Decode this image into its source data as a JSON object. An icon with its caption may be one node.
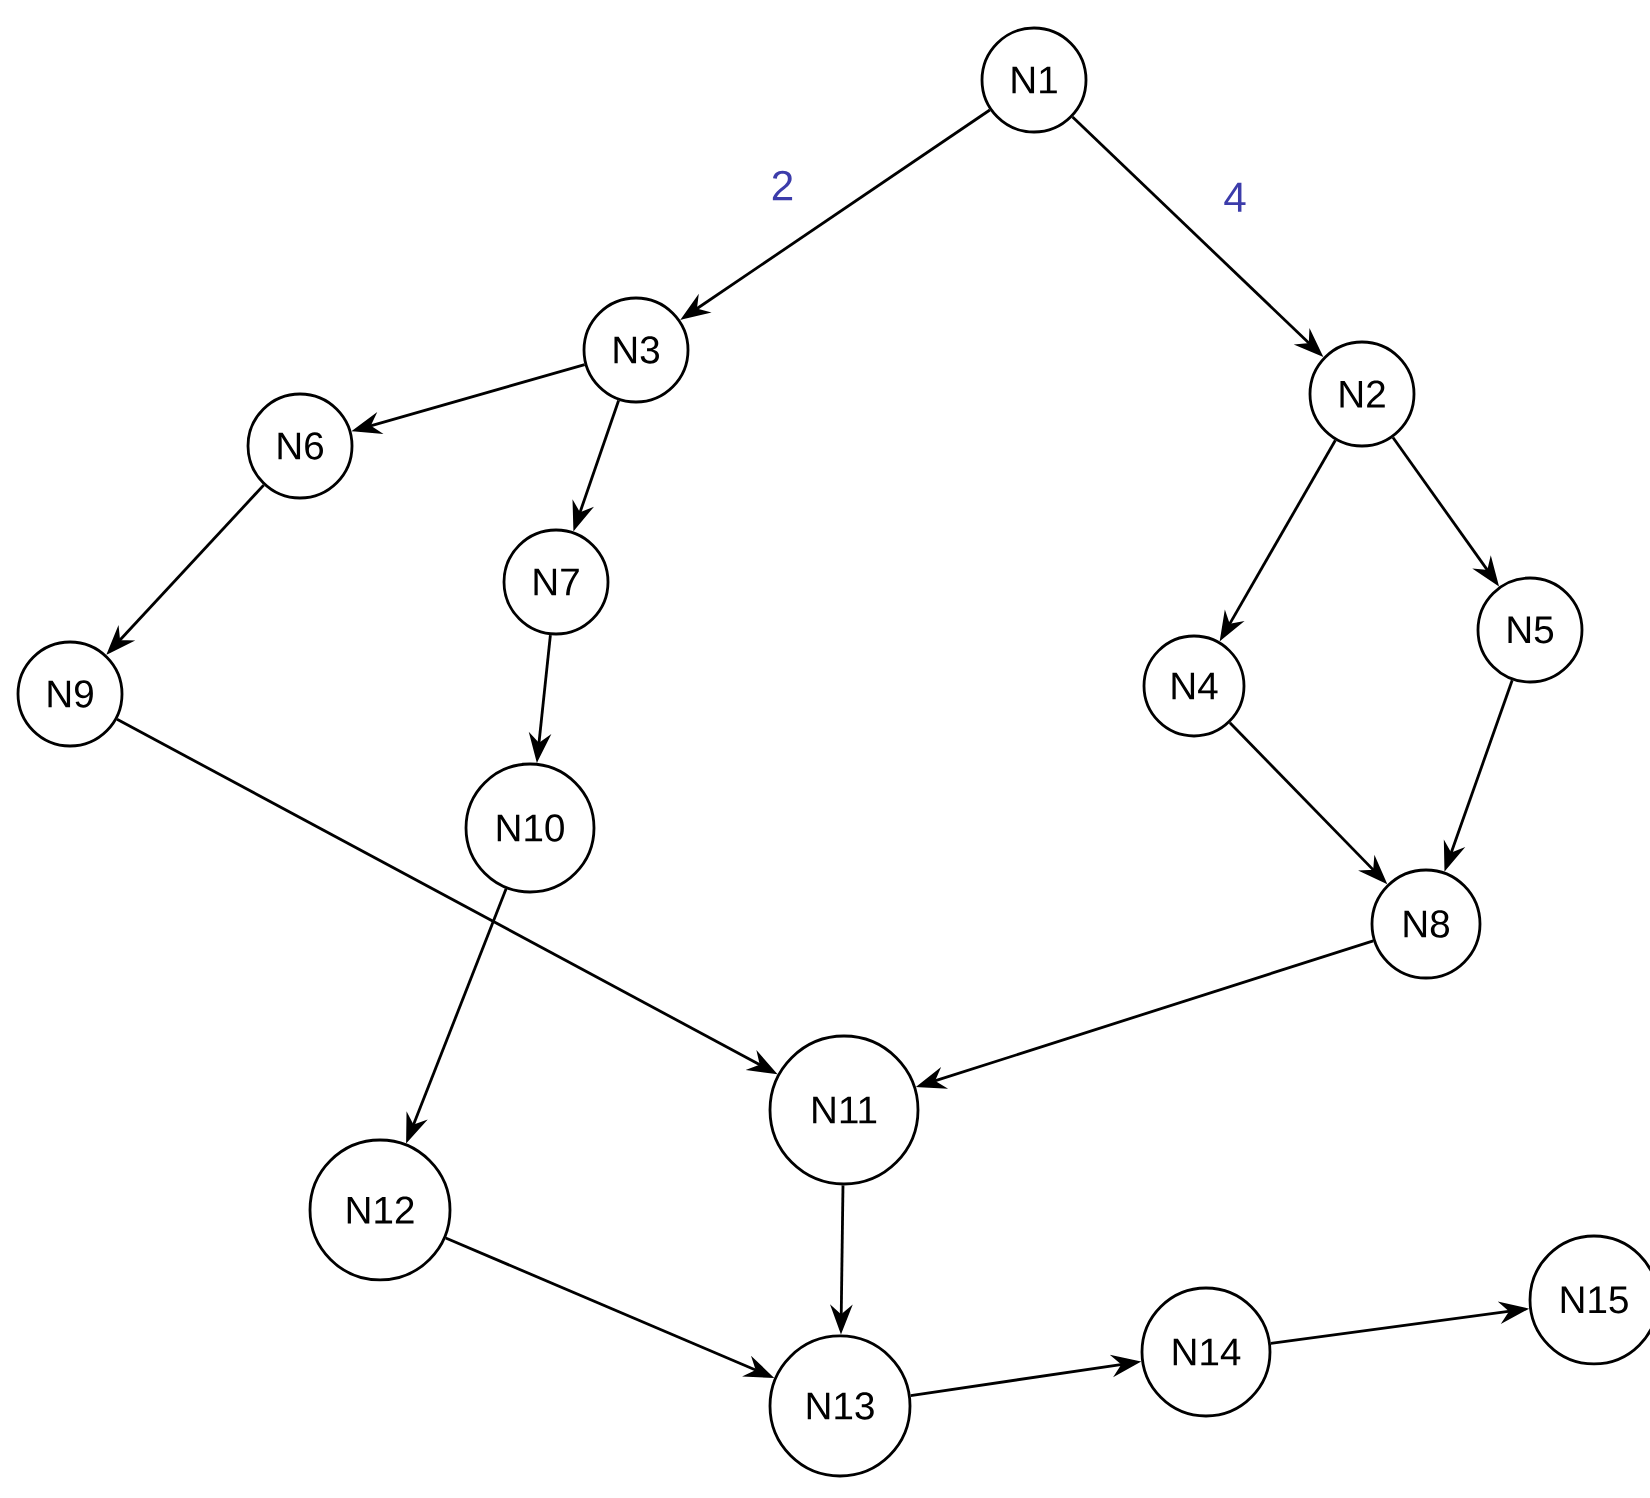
{
  "diagram": {
    "nodes": [
      {
        "text": [
          "N1"
        ]
      },
      {
        "text": [
          "N2"
        ]
      },
      {
        "text": [
          "N3"
        ]
      },
      {
        "text": [
          "N4"
        ]
      },
      {
        "text": [
          "N5"
        ]
      },
      {
        "text": [
          "N6"
        ]
      },
      {
        "text": [
          "N7"
        ]
      },
      {
        "text": [
          "N8"
        ]
      },
      {
        "text": [
          "N9"
        ]
      },
      {
        "text": [
          "N10"
        ]
      },
      {
        "text": [
          "N11"
        ]
      },
      {
        "text": [
          "N12"
        ]
      },
      {
        "text": [
          "N13"
        ]
      },
      {
        "text": [
          "N14"
        ]
      },
      {
        "text": [
          "N15"
        ]
      }
    ],
    "edges": [
      {
        "from": 0,
        "to": 2,
        "arrow": "to",
        "label": "2"
      },
      {
        "from": 0,
        "to": 1,
        "arrow": "to",
        "label": "4"
      },
      {
        "from": 2,
        "to": 5,
        "arrow": "to"
      },
      {
        "from": 2,
        "to": 6,
        "arrow": "to"
      },
      {
        "from": 5,
        "to": 8,
        "arrow": "to"
      },
      {
        "from": 6,
        "to": 9,
        "arrow": "to"
      },
      {
        "from": 1,
        "to": 3,
        "arrow": "to"
      },
      {
        "from": 1,
        "to": 4,
        "arrow": "to"
      },
      {
        "from": 3,
        "to": 7,
        "arrow": "to"
      },
      {
        "from": 4,
        "to": 7,
        "arrow": "to"
      },
      {
        "from": 8,
        "to": 10,
        "arrow": "to"
      },
      {
        "from": 7,
        "to": 10,
        "arrow": "to"
      },
      {
        "from": 9,
        "to": 11,
        "arrow": "to"
      },
      {
        "from": 10,
        "to": 12,
        "arrow": "to"
      },
      {
        "from": 11,
        "to": 12,
        "arrow": "to"
      },
      {
        "from": 12,
        "to": 13,
        "arrow": "to"
      },
      {
        "from": 13,
        "to": 14,
        "arrow": "to"
      }
    ]
  }
}
